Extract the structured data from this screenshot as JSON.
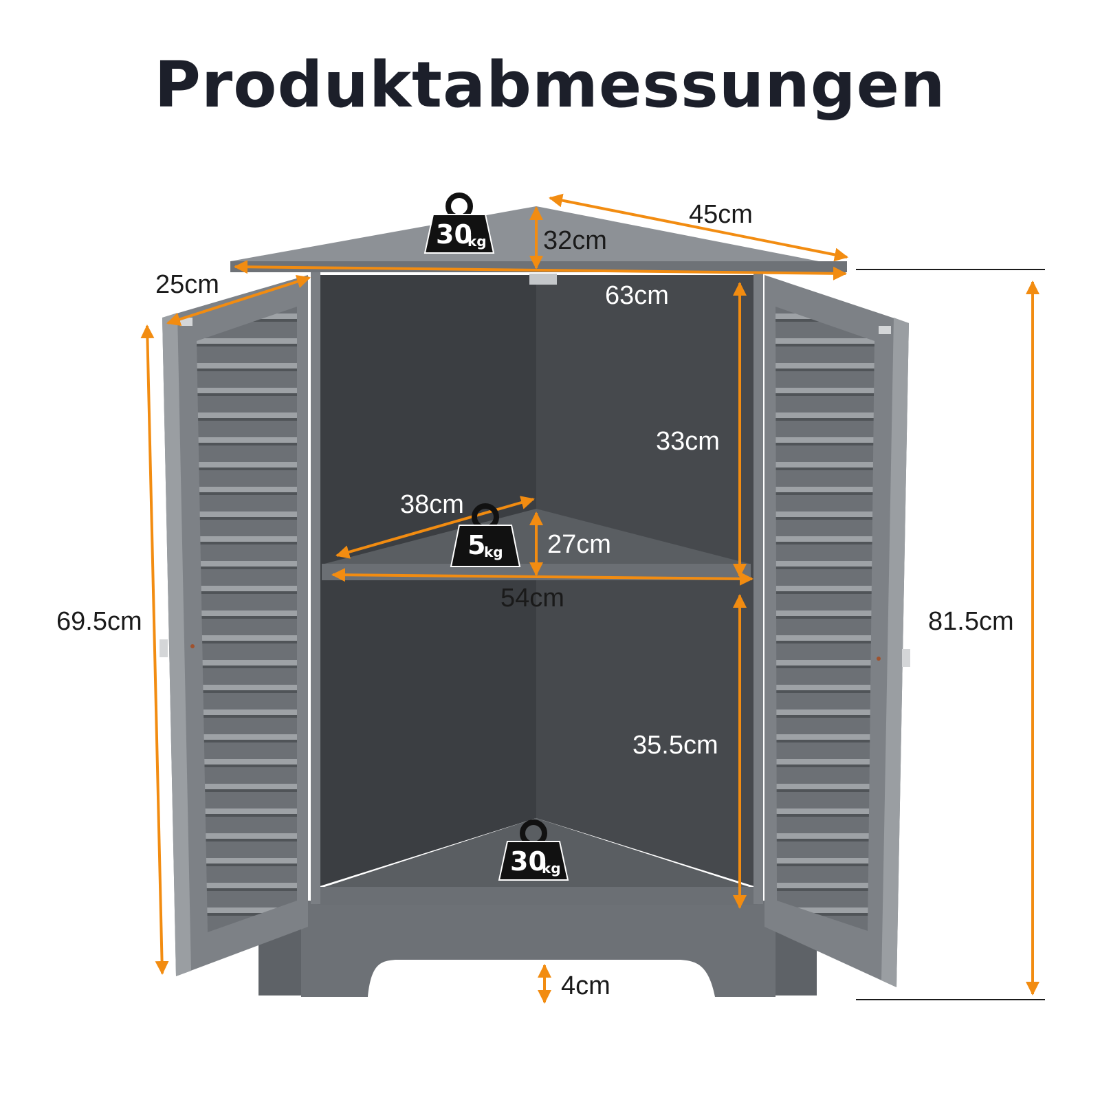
{
  "title": "Produktabmessungen",
  "colors": {
    "accent": "#f28c11",
    "cabinet": "#6f7378",
    "cabinet_dark": "#4e5257",
    "interior": "#3d4044",
    "text": "#1c1f2a"
  },
  "dimensions": {
    "depth_top": "45cm",
    "top_height": "32cm",
    "door_width": "25cm",
    "width_top": "63cm",
    "upper_height": "33cm",
    "shelf_depth": "38cm",
    "shelf_height": "27cm",
    "shelf_width": "54cm",
    "door_height": "69.5cm",
    "total_height": "81.5cm",
    "lower_height": "35.5cm",
    "foot_height": "4cm"
  },
  "weights": {
    "top": {
      "value": "30",
      "unit": "kg"
    },
    "shelf": {
      "value": "5",
      "unit": "kg"
    },
    "bottom": {
      "value": "30",
      "unit": "kg"
    }
  }
}
